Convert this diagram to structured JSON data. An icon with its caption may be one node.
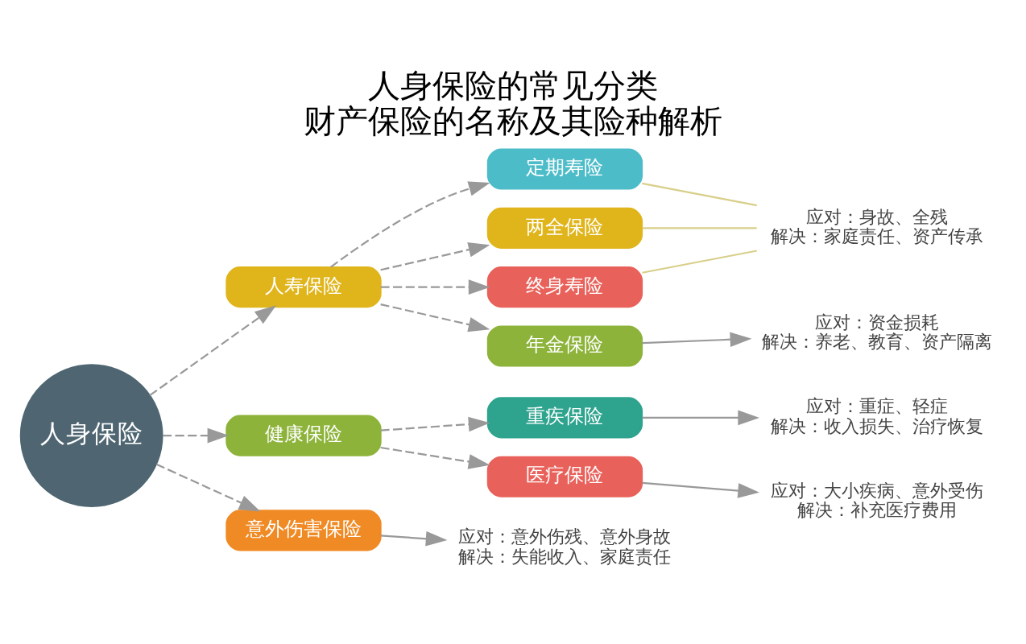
{
  "diagram": {
    "title": "人身保险的常见分类",
    "caption": "财产保险的名称及其险种解析",
    "nodes": [
      {
        "text": [
          "人身保险"
        ]
      },
      {
        "text": [
          "人寿保险"
        ]
      },
      {
        "text": [
          "定期寿险"
        ]
      },
      {
        "text": [
          "两全保险"
        ]
      },
      {
        "text": [
          "终身寿险"
        ]
      },
      {
        "text": [
          "年金保险"
        ]
      },
      {
        "text": [
          "健康保险"
        ]
      },
      {
        "text": [
          "重疾保险"
        ]
      },
      {
        "text": [
          "医疗保险"
        ]
      },
      {
        "text": [
          "意外伤害保险"
        ]
      },
      {
        "text": [
          "应对：身故、全残",
          "解决：家庭责任、资产传承"
        ]
      },
      {
        "text": [
          "应对：资金损耗",
          "解决：养老、教育、资产隔离"
        ]
      },
      {
        "text": [
          "应对：重症、轻症",
          "解决：收入损失、治疗恢复"
        ]
      },
      {
        "text": [
          "应对：大小疾病、意外受伤",
          "解决：补充医疗费用"
        ]
      },
      {
        "text": [
          "应对：意外伤残、意外身故",
          "解决：失能收入、家庭责任"
        ]
      }
    ],
    "edges": [
      {
        "from": 0,
        "to": 1,
        "arrow": "to",
        "style": "dashed"
      },
      {
        "from": 0,
        "to": 6,
        "arrow": "to",
        "style": "dashed"
      },
      {
        "from": 0,
        "to": 9,
        "arrow": "to",
        "style": "dashed"
      },
      {
        "from": 1,
        "to": 2,
        "arrow": "to",
        "style": "dashed"
      },
      {
        "from": 1,
        "to": 3,
        "arrow": "to",
        "style": "dashed"
      },
      {
        "from": 1,
        "to": 4,
        "arrow": "to",
        "style": "dashed"
      },
      {
        "from": 1,
        "to": 5,
        "arrow": "to",
        "style": "dashed"
      },
      {
        "from": 6,
        "to": 7,
        "arrow": "to",
        "style": "dashed"
      },
      {
        "from": 6,
        "to": 8,
        "arrow": "to",
        "style": "dashed"
      },
      {
        "from": 2,
        "to": 10,
        "arrow": "none",
        "color": "#d8cf8a"
      },
      {
        "from": 3,
        "to": 10,
        "arrow": "none",
        "color": "#d8cf8a"
      },
      {
        "from": 4,
        "to": 10,
        "arrow": "none",
        "color": "#d8cf8a"
      },
      {
        "from": 5,
        "to": 11,
        "arrow": "to"
      },
      {
        "from": 7,
        "to": 12,
        "arrow": "to"
      },
      {
        "from": 8,
        "to": 13,
        "arrow": "to"
      },
      {
        "from": 9,
        "to": 14,
        "arrow": "to"
      }
    ]
  }
}
